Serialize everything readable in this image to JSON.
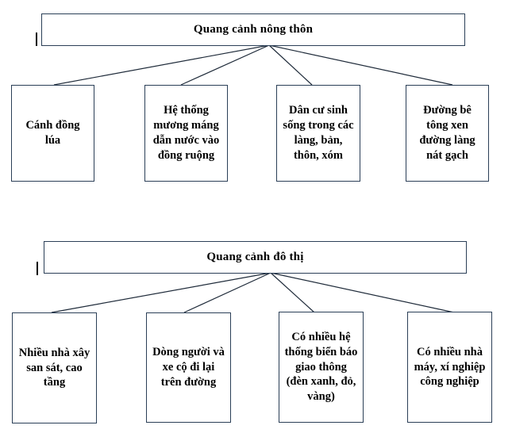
{
  "page": {
    "language": "vi",
    "background_color": "#ffffff",
    "box_border_color": "#2b3f57",
    "text_color": "#000000",
    "connector_color": "#1f2b3a"
  },
  "diagrams": [
    {
      "id": "rural-scene",
      "root": {
        "label": "Quang cảnh nông thôn"
      },
      "leaves": [
        {
          "label": "Cánh đồng lúa"
        },
        {
          "label": "Hệ thống mương máng dẫn nước vào đồng ruộng"
        },
        {
          "label": "Dân cư sinh sống trong các làng, bản, thôn, xóm"
        },
        {
          "label": "Đường bê tông xen đường làng nát gạch"
        }
      ]
    },
    {
      "id": "urban-scene",
      "root": {
        "label": "Quang cảnh đô thị"
      },
      "leaves": [
        {
          "label": "Nhiều nhà xây san sát, cao tầng"
        },
        {
          "label": "Dòng người và xe cộ đi lại trên đường"
        },
        {
          "label": "Có nhiều hệ thống biển báo giao thông (đèn xanh, đỏ, vàng)"
        },
        {
          "label": "Có nhiều nhà máy, xí nghiệp công nghiệp"
        }
      ]
    }
  ]
}
